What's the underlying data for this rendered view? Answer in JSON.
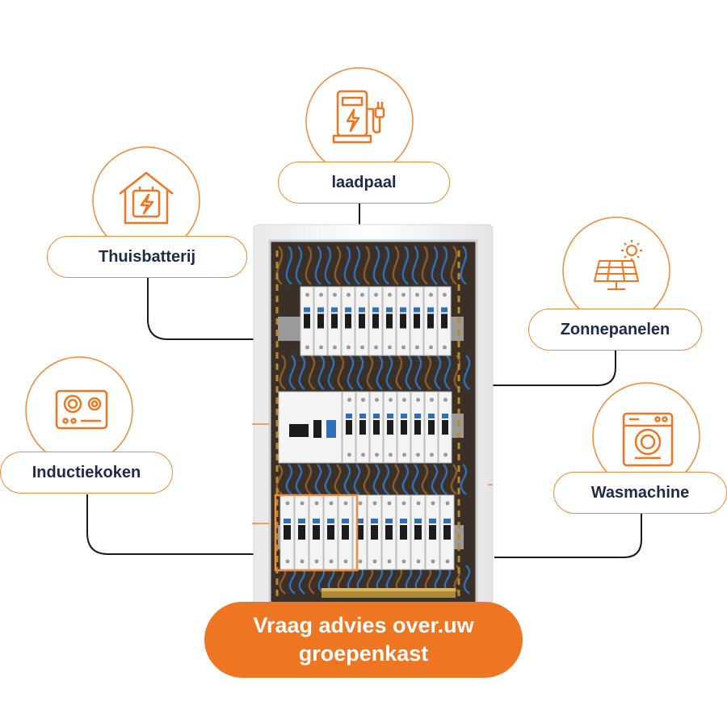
{
  "appliances": {
    "laadpaal": {
      "label": "laadpaal",
      "icon": "ev-charger-icon"
    },
    "thuisbatterij": {
      "label": "Thuisbatterij",
      "icon": "home-battery-icon"
    },
    "zonnepanelen": {
      "label": "Zonnepanelen",
      "icon": "solar-panel-icon"
    },
    "inductiekoken": {
      "label": "Inductiekoken",
      "icon": "induction-hob-icon"
    },
    "wasmachine": {
      "label": "Wasmachine",
      "icon": "washing-machine-icon"
    }
  },
  "cta": {
    "line1": "Vraag advies over.uw",
    "line2": "groepenkast"
  },
  "colors": {
    "accent": "#ee7622",
    "text": "#1e2a4a",
    "cable_blue": "#2f6fb6",
    "cable_brown": "#8a5a2b"
  }
}
